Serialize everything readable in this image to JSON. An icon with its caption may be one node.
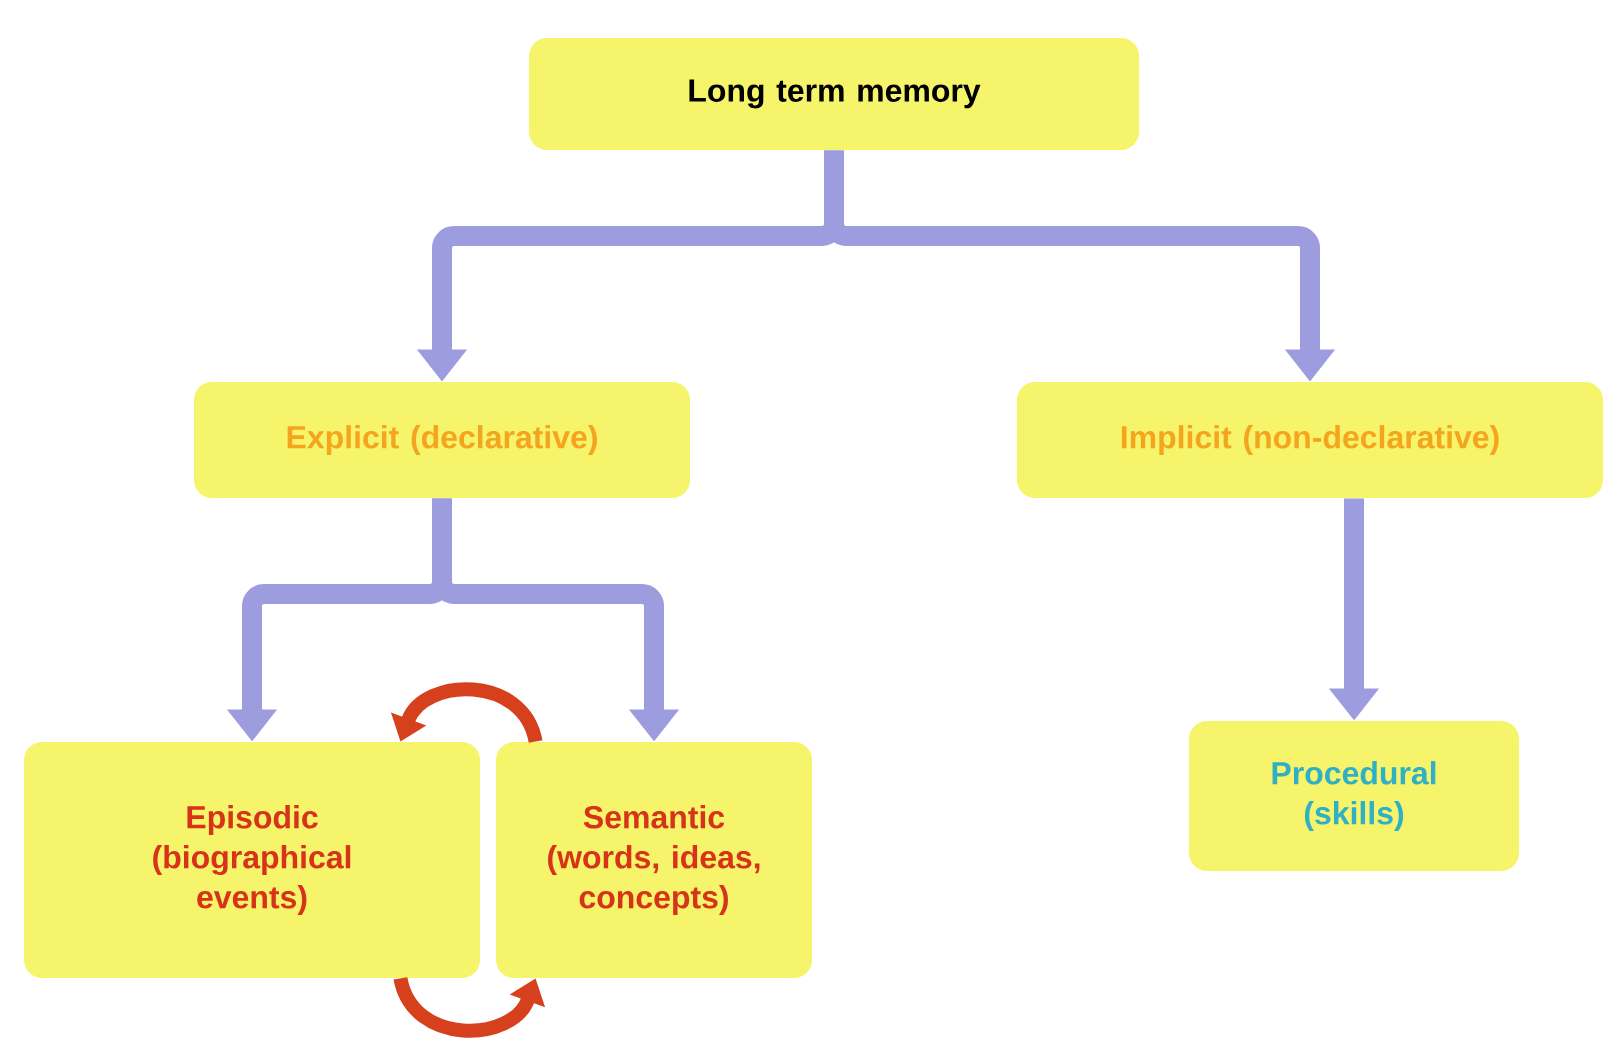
{
  "diagram": {
    "nodes": [
      {
        "text": [
          "Long term memory"
        ]
      },
      {
        "text": [
          "Explicit (declarative)"
        ]
      },
      {
        "text": [
          "Implicit (non-declarative)"
        ]
      },
      {
        "text": [
          "Episodic (biographical events)"
        ]
      },
      {
        "text": [
          "Semantic (words, ideas, concepts)"
        ]
      },
      {
        "text": [
          "Procedural (skills)"
        ]
      }
    ],
    "edges": [
      {
        "from": 0,
        "to": 1,
        "arrow": "to"
      },
      {
        "from": 0,
        "to": 2,
        "arrow": "to"
      },
      {
        "from": 1,
        "to": 3,
        "arrow": "to"
      },
      {
        "from": 1,
        "to": 4,
        "arrow": "to"
      },
      {
        "from": 2,
        "to": 5,
        "arrow": "to"
      },
      {
        "from": 4,
        "to": 3,
        "arrow": "to",
        "color": "#d6401c"
      },
      {
        "from": 3,
        "to": 4,
        "arrow": "to",
        "color": "#d6401c"
      }
    ]
  }
}
